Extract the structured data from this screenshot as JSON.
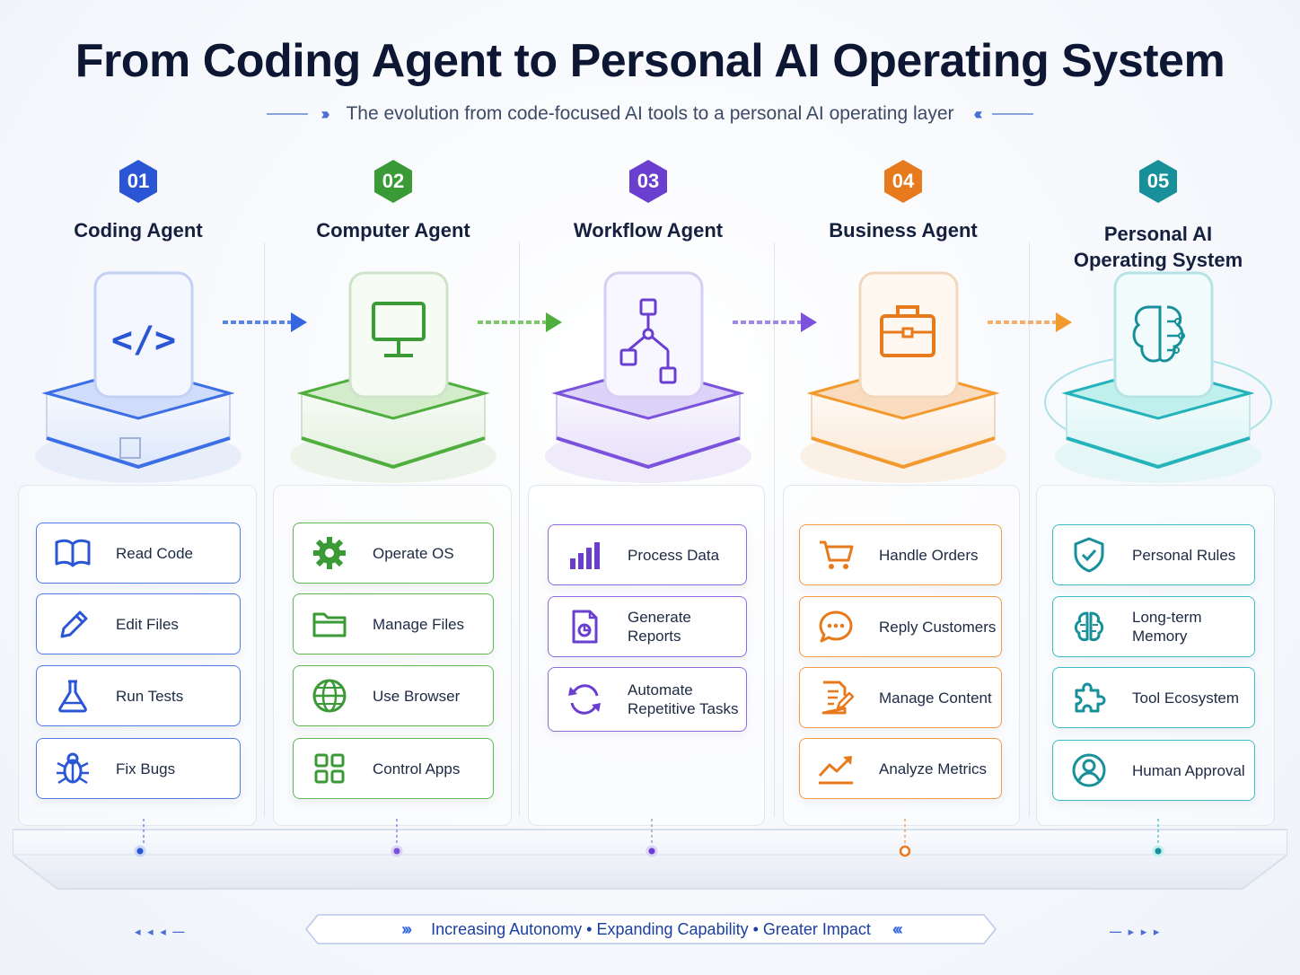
{
  "title": "From Coding Agent to Personal AI Operating System",
  "subtitle": "The evolution from code-focused AI tools to a personal AI operating layer",
  "colors": {
    "blue": "#2a56d6",
    "green": "#3a9a36",
    "purple": "#6a3fd0",
    "orange": "#e87a1e",
    "teal": "#17909a"
  },
  "stages": [
    {
      "number": "01",
      "title": "Coding Agent",
      "device_icon": "code-icon",
      "items": [
        {
          "label": "Read Code",
          "icon": "book-icon"
        },
        {
          "label": "Edit Files",
          "icon": "pencil-icon"
        },
        {
          "label": "Run Tests",
          "icon": "flask-icon"
        },
        {
          "label": "Fix Bugs",
          "icon": "bug-icon"
        }
      ]
    },
    {
      "number": "02",
      "title": "Computer Agent",
      "device_icon": "monitor-icon",
      "items": [
        {
          "label": "Operate OS",
          "icon": "gear-icon"
        },
        {
          "label": "Manage Files",
          "icon": "folder-icon"
        },
        {
          "label": "Use Browser",
          "icon": "globe-icon"
        },
        {
          "label": "Control Apps",
          "icon": "apps-grid-icon"
        }
      ]
    },
    {
      "number": "03",
      "title": "Workflow Agent",
      "device_icon": "workflow-icon",
      "items": [
        {
          "label": "Process Data",
          "icon": "bar-chart-icon"
        },
        {
          "label": "Generate Reports",
          "icon": "report-icon"
        },
        {
          "label": "Automate\nRepetitive Tasks",
          "icon": "refresh-icon"
        }
      ]
    },
    {
      "number": "04",
      "title": "Business Agent",
      "device_icon": "briefcase-icon",
      "items": [
        {
          "label": "Handle Orders",
          "icon": "cart-icon"
        },
        {
          "label": "Reply Customers",
          "icon": "chat-icon"
        },
        {
          "label": "Manage Content",
          "icon": "edit-document-icon"
        },
        {
          "label": "Analyze Metrics",
          "icon": "trend-icon"
        }
      ]
    },
    {
      "number": "05",
      "title": "Personal AI\nOperating System",
      "device_icon": "brain-circuit-icon",
      "items": [
        {
          "label": "Personal Rules",
          "icon": "shield-check-icon"
        },
        {
          "label": "Long-term Memory",
          "icon": "brain-icon"
        },
        {
          "label": "Tool Ecosystem",
          "icon": "puzzle-icon"
        },
        {
          "label": "Human Approval",
          "icon": "user-icon"
        }
      ]
    }
  ],
  "footer": "Increasing Autonomy  •  Expanding Capability  •  Greater Impact"
}
